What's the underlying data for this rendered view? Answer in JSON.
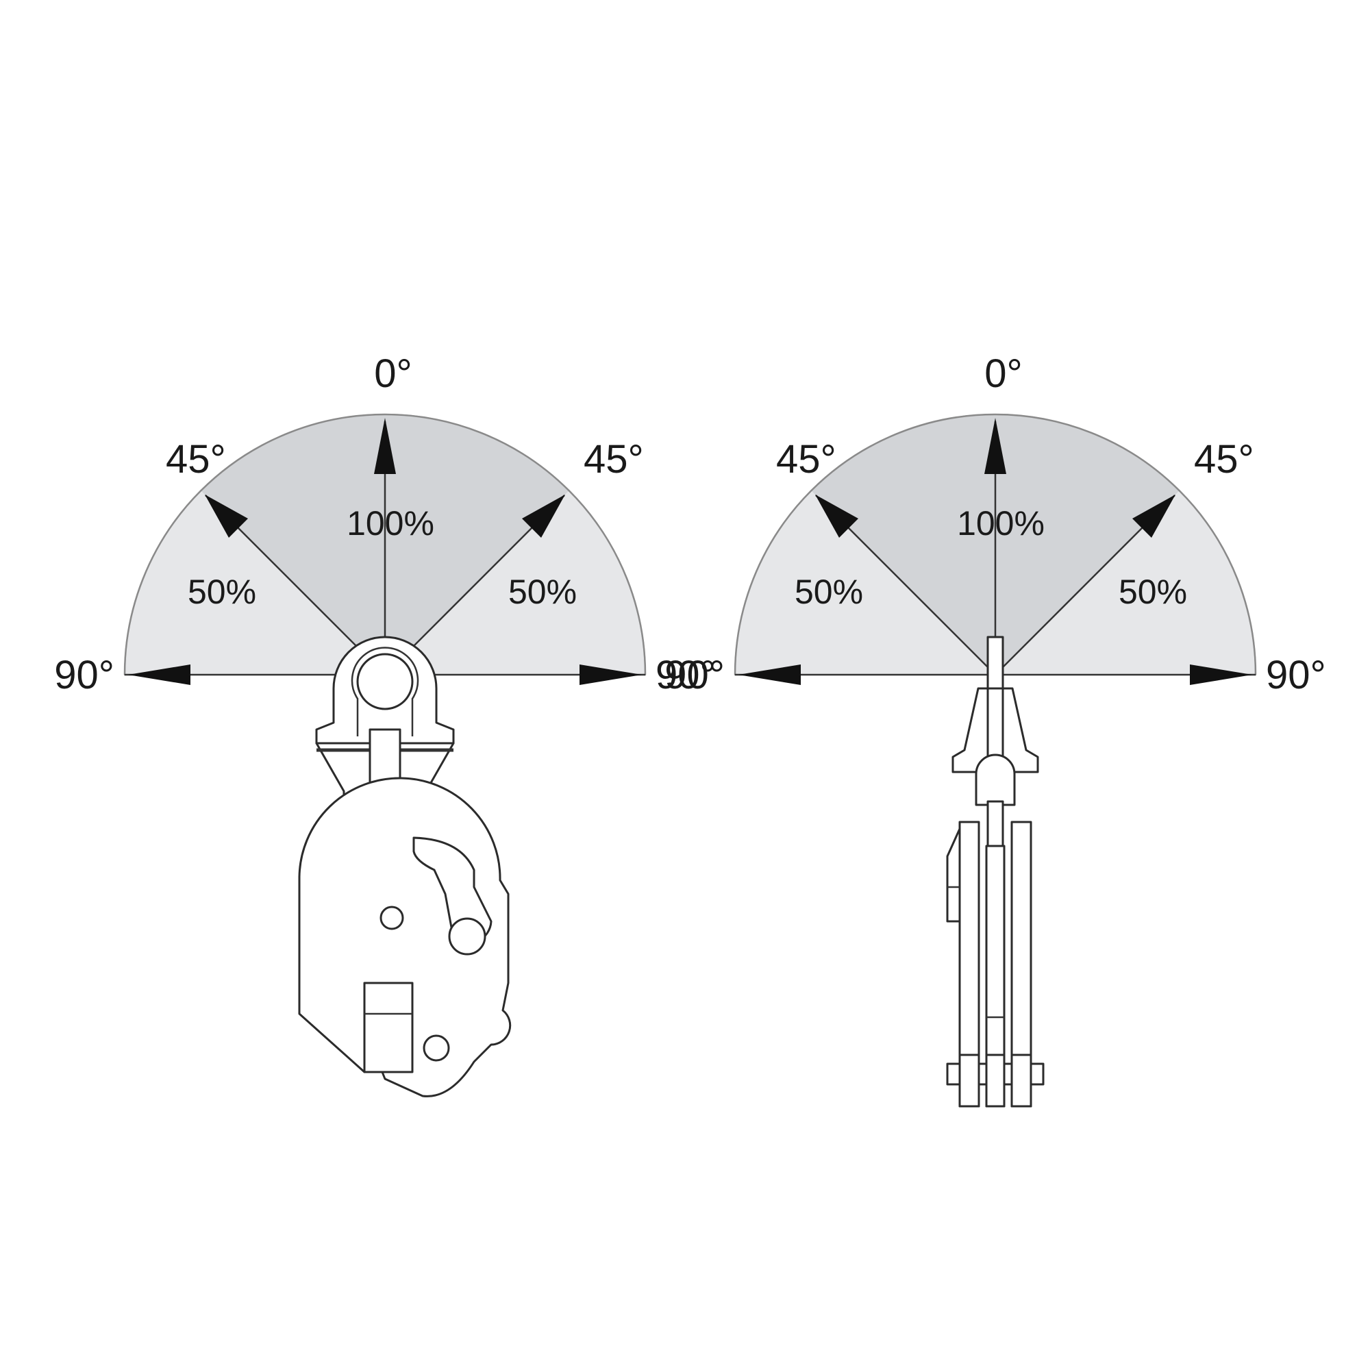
{
  "colors": {
    "zone_full": "#d2d4d7",
    "zone_reduced": "#e6e7e9",
    "arc_stroke": "#8a8a8a",
    "line": "#333333",
    "arrow": "#111111"
  },
  "left_diagram": {
    "angles": {
      "top": "0°",
      "upper_left": "45°",
      "upper_right": "45°",
      "left": "90°",
      "right": "90°"
    },
    "zones": {
      "center": "100%",
      "left": "50%",
      "right": "50%"
    },
    "illustration": "vertical-plate-clamp-front-view"
  },
  "right_diagram": {
    "angles": {
      "top": "0°",
      "upper_left": "45°",
      "upper_right": "45°",
      "left": "90°",
      "right": "90°"
    },
    "zones": {
      "center": "100%",
      "left": "50%",
      "right": "50%"
    },
    "illustration": "vertical-plate-clamp-side-view"
  }
}
